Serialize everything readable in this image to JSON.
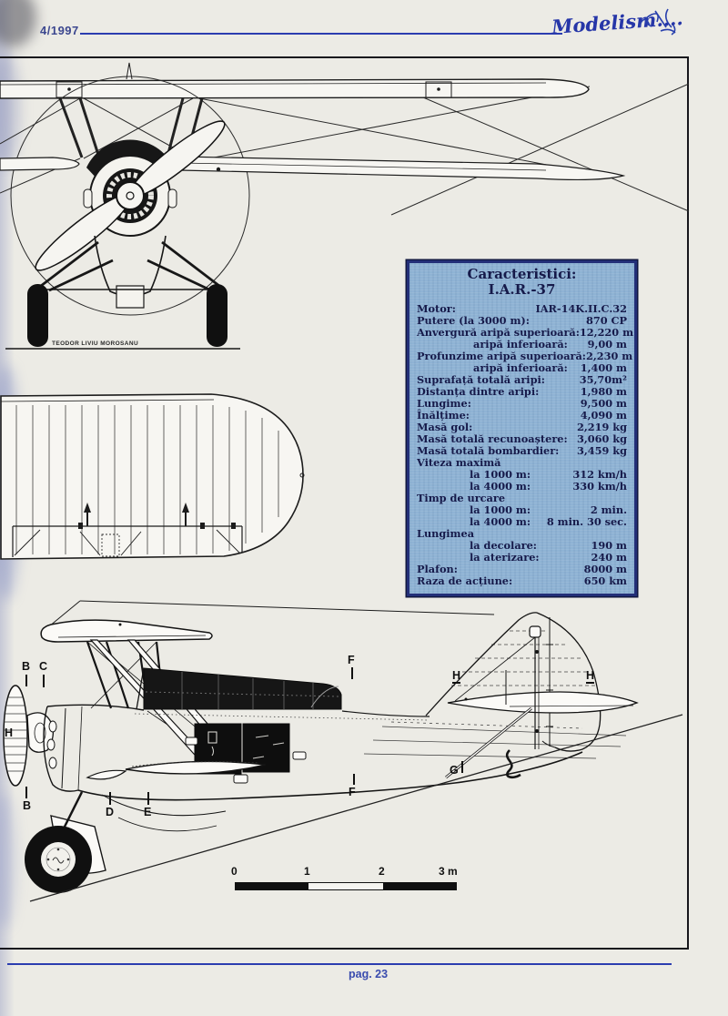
{
  "header": {
    "issue": "4/1997",
    "logo": "Modelism...."
  },
  "footer": {
    "page_label": "pag. 23"
  },
  "drawing": {
    "author": "TEODOR LIVIU MOROSANU",
    "section_labels": [
      {
        "text": "B"
      },
      {
        "text": "C"
      },
      {
        "text": "H"
      },
      {
        "text": "B"
      },
      {
        "text": "D"
      },
      {
        "text": "E"
      },
      {
        "text": "F"
      },
      {
        "text": "F"
      },
      {
        "text": "G"
      },
      {
        "text": "H"
      },
      {
        "text": "H"
      }
    ]
  },
  "scalebar": {
    "labels": [
      "0",
      "1",
      "2",
      "3 m"
    ]
  },
  "specs": {
    "title1": "Caracteristici:",
    "title2": "I.A.R.-37",
    "rows": [
      {
        "label": "Motor:",
        "value": "IAR-14K.II.C.32"
      },
      {
        "label": "Putere (la 3000 m):",
        "value": "870 CP"
      },
      {
        "label": "Anvergură aripă superioară:",
        "value": "12,220 m"
      },
      {
        "label": "aripă inferioară:",
        "value": "9,00 m"
      },
      {
        "label": "Profunzime aripă superioară:",
        "value": "2,230 m"
      },
      {
        "label": "aripă inferioară:",
        "value": "1,400 m"
      },
      {
        "label": "Suprafață totală aripi:",
        "value": "35,70m²"
      },
      {
        "label": "Distanța dintre aripi:",
        "value": "1,980 m"
      },
      {
        "label": "Lungime:",
        "value": "9,500 m"
      },
      {
        "label": "Înălțime:",
        "value": "4,090 m"
      },
      {
        "label": "Masă gol:",
        "value": "2,219 kg"
      },
      {
        "label": "Masă totală recunoaștere:",
        "value": "3,060 kg"
      },
      {
        "label": "Masă totală bombardier:",
        "value": "3,459 kg"
      },
      {
        "label": "Viteza maximă",
        "value": ""
      },
      {
        "label": "la 1000 m:",
        "value": "312 km/h"
      },
      {
        "label": "la 4000 m:",
        "value": "330 km/h"
      },
      {
        "label": "Timp de urcare",
        "value": ""
      },
      {
        "label": "la 1000 m:",
        "value": "2 min."
      },
      {
        "label": "la 4000 m:",
        "value": "8 min. 30 sec."
      },
      {
        "label": "Lungimea",
        "value": ""
      },
      {
        "label": "la decolare:",
        "value": "190 m"
      },
      {
        "label": "la aterizare:",
        "value": "240 m"
      },
      {
        "label": "Plafon:",
        "value": "8000 m"
      },
      {
        "label": "Raza de acțiune:",
        "value": "650 km"
      }
    ]
  },
  "colors": {
    "accent_blue": "#2b3db0",
    "box_fill": "#8fb3d4",
    "box_border": "#232f78",
    "ink": "#1c1c1c"
  }
}
